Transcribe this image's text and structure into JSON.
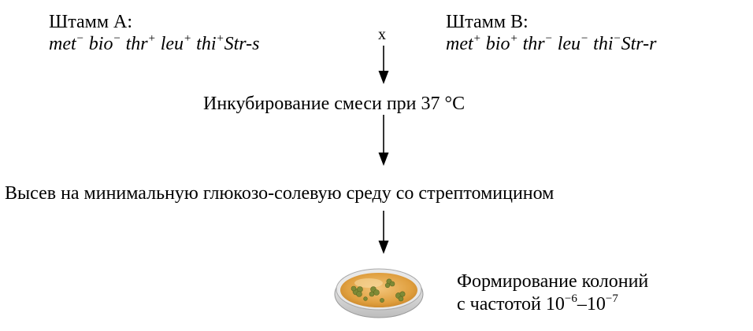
{
  "strain_a": {
    "title": "Штамм А:",
    "genotype": [
      {
        "gene": "met",
        "sign": "−"
      },
      {
        "gene": " bio",
        "sign": "−"
      },
      {
        "gene": " thr",
        "sign": "+"
      },
      {
        "gene": " leu",
        "sign": "+"
      },
      {
        "gene": " thi",
        "sign": "+"
      },
      {
        "gene": "Str-s",
        "sign": ""
      }
    ]
  },
  "cross_symbol": "x",
  "strain_b": {
    "title": "Штамм В:",
    "genotype": [
      {
        "gene": "met",
        "sign": "+"
      },
      {
        "gene": " bio",
        "sign": "+"
      },
      {
        "gene": " thr",
        "sign": "−"
      },
      {
        "gene": " leu",
        "sign": "−"
      },
      {
        "gene": " thi",
        "sign": "−"
      },
      {
        "gene": "Str-r",
        "sign": ""
      }
    ]
  },
  "step_incubation": "Инкубирование смеси при 37 °C",
  "step_plating": "Высев на минимальную глюкозо-солевую среду  со стрептомицином",
  "result": {
    "line1": "Формирование колоний",
    "line2_prefix": " с частотой 10",
    "exp1": "−6",
    "dash": "–10",
    "exp2": "−7"
  }
}
